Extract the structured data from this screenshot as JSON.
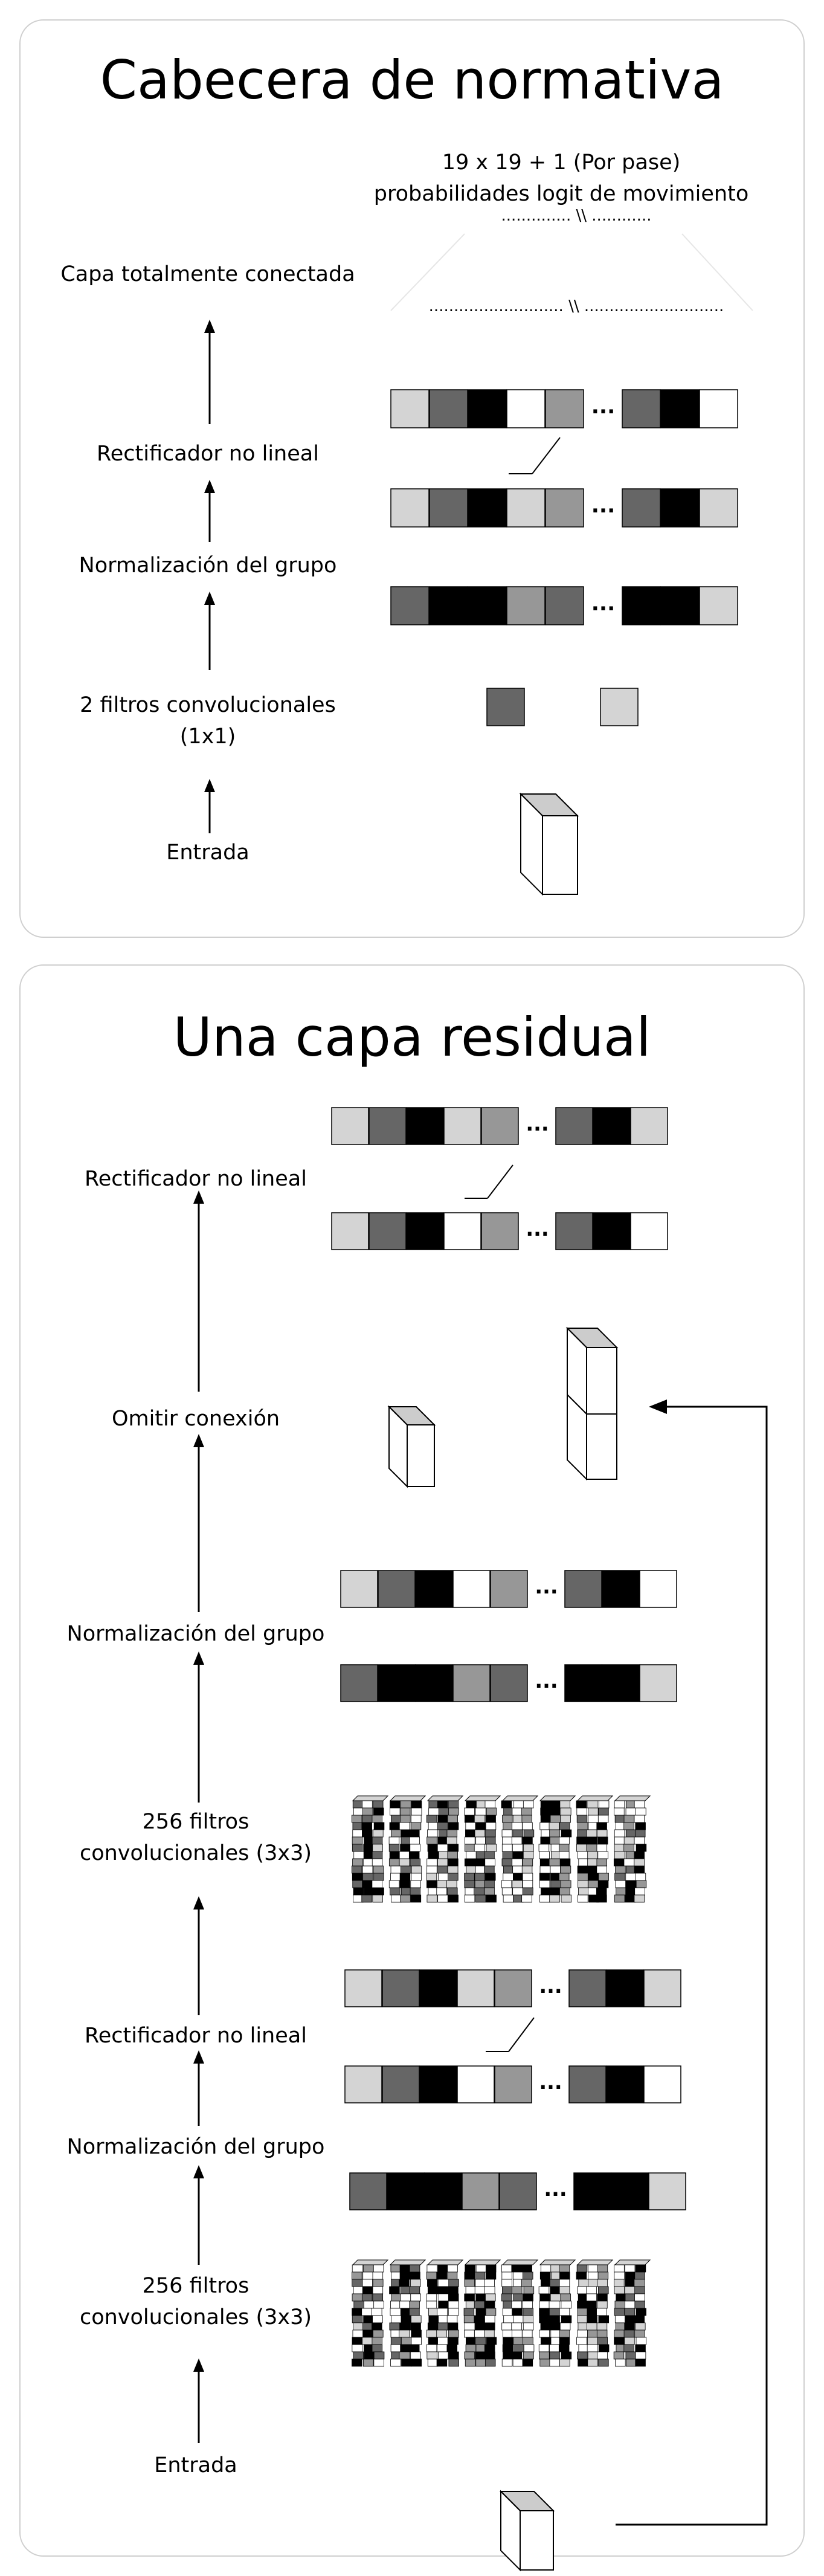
{
  "policy_head": {
    "title": "Cabecera de normativa",
    "output_line1": "19 x 19 + 1 (Por pase)",
    "output_line2": "probabilidades logit de movimiento",
    "dots_top_left": "..............",
    "dots_top_sep": "\\\\",
    "dots_top_right": "............",
    "dots_mid_left": "...........................",
    "dots_mid_sep": "\\\\",
    "dots_mid_right": "............................",
    "layers": [
      "Capa totalmente conectada",
      "Rectificador no lineal",
      "Normalización del grupo",
      "2 filtros convolucionales",
      "(1x1)",
      "Entrada"
    ],
    "ellipsis": "..."
  },
  "residual": {
    "title": "Una capa residual",
    "layers": [
      "Rectificador no lineal",
      "Omitir conexión",
      "Normalización del grupo",
      "256 filtros",
      "convolucionales (3x3)",
      "Rectificador no lineal",
      "Normalización del grupo",
      "256 filtros",
      "convolucionales (3x3)",
      "Entrada"
    ],
    "ellipsis": "..."
  },
  "colors": {
    "light": "#d4d4d4",
    "mid": "#666666",
    "black": "#000000",
    "white": "#ffffff",
    "gray": "#979797",
    "cube_top": "#cccccc",
    "panel_border": "#cfcfcf"
  }
}
